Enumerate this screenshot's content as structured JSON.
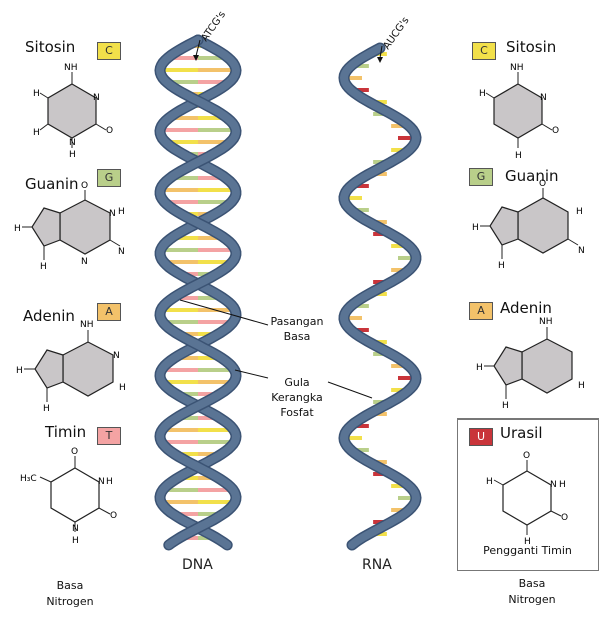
{
  "left": {
    "bases": [
      {
        "name": "Sitosin",
        "letter": "C",
        "color": "#f2e04a"
      },
      {
        "name": "Guanin",
        "letter": "G",
        "color": "#b9cf8a"
      },
      {
        "name": "Adenin",
        "letter": "A",
        "color": "#f3c26a"
      },
      {
        "name": "Timin",
        "letter": "T",
        "color": "#f4a3a3"
      }
    ],
    "caption_line1": "Basa",
    "caption_line2": "Nitrogen"
  },
  "right": {
    "bases": [
      {
        "name": "Sitosin",
        "letter": "C",
        "color": "#f2e04a"
      },
      {
        "name": "Guanin",
        "letter": "G",
        "color": "#b9cf8a"
      },
      {
        "name": "Adenin",
        "letter": "A",
        "color": "#f3c26a"
      },
      {
        "name": "Urasil",
        "letter": "U",
        "color": "#c9343a"
      }
    ],
    "replacement_note": "Pengganti Timin",
    "caption_line1": "Basa",
    "caption_line2": "Nitrogen"
  },
  "dna": {
    "title": "DNA",
    "sequence_tag": "ATCG's"
  },
  "rna": {
    "title": "RNA",
    "sequence_tag": "AUCG's"
  },
  "annotations": {
    "base_pair_line1": "Pasangan",
    "base_pair_line2": "Basa",
    "backbone_line1": "Gula",
    "backbone_line2": "Kerangka",
    "backbone_line3": "Fosfat"
  },
  "atoms": {
    "n": "N",
    "h": "H",
    "o": "O",
    "nh2": "NH",
    "ch3": "H₃C"
  },
  "colors": {
    "backbone": "#5a7494",
    "backbone_dark": "#3b5374",
    "ring_fill": "#c9c6c8",
    "rung_colors": [
      "#f2e04a",
      "#b9cf8a",
      "#f3c26a",
      "#f4a3a3"
    ],
    "urasil_rung": "#c9343a"
  }
}
